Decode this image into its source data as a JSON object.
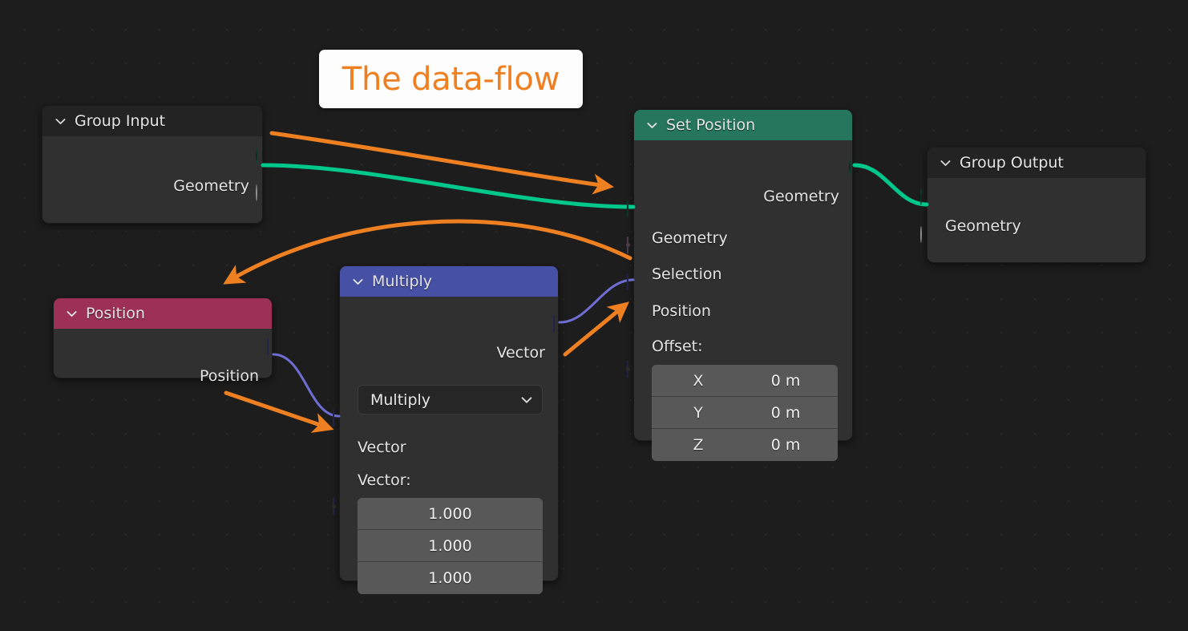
{
  "annotation": {
    "title": "The data-flow",
    "title_color": "#ef8022",
    "box_color": "#fdfdfd"
  },
  "canvas": {
    "background_color": "#1d1d1d",
    "grid_dot_color": "#272727"
  },
  "nodes": [
    {
      "id": "group-input",
      "title": "Group Input",
      "header_color": "#232323",
      "outputs": [
        {
          "label": "Geometry",
          "socket": "green-circle"
        },
        {
          "label": "",
          "socket": "hollow-circle"
        }
      ],
      "inputs": []
    },
    {
      "id": "set-position",
      "title": "Set Position",
      "header_color": "#25755f",
      "outputs": [
        {
          "label": "Geometry",
          "socket": "green-circle"
        }
      ],
      "inputs": [
        {
          "label": "Geometry",
          "socket": "green-circle"
        },
        {
          "label": "Selection",
          "socket": "pink-diamond-dotted"
        },
        {
          "label": "Position",
          "socket": "blue-diamond"
        },
        {
          "label": "Offset",
          "socket": "blue-diamond-dotted"
        }
      ],
      "offset_label": "Offset:",
      "offset_fields": [
        {
          "name": "X",
          "value": "0 m"
        },
        {
          "name": "Y",
          "value": "0 m"
        },
        {
          "name": "Z",
          "value": "0 m"
        }
      ]
    },
    {
      "id": "group-output",
      "title": "Group Output",
      "header_color": "#232323",
      "inputs": [
        {
          "label": "Geometry",
          "socket": "green-circle"
        },
        {
          "label": "",
          "socket": "hollow-circle"
        }
      ]
    },
    {
      "id": "position",
      "title": "Position",
      "header_color": "#9d3056",
      "outputs": [
        {
          "label": "Position",
          "socket": "blue-diamond"
        }
      ]
    },
    {
      "id": "multiply",
      "title": "Multiply",
      "header_color": "#4650a5",
      "outputs": [
        {
          "label": "Vector",
          "socket": "blue-diamond"
        }
      ],
      "operation_dropdown": {
        "value": "Multiply",
        "icon": "chevron-down-icon"
      },
      "inputs": [
        {
          "label": "Vector",
          "socket": "blue-diamond"
        },
        {
          "label": "Vector",
          "socket": "blue-diamond-dotted"
        }
      ],
      "vector_label": "Vector:",
      "vector_fields": [
        {
          "value": "1.000"
        },
        {
          "value": "1.000"
        },
        {
          "value": "1.000"
        }
      ]
    }
  ],
  "links": [
    {
      "from": "group-input.Geometry",
      "to": "set-position.Geometry",
      "color": "#00c88c"
    },
    {
      "from": "set-position.Geometry",
      "to": "group-output.Geometry",
      "color": "#00c88c"
    },
    {
      "from": "position.Position",
      "to": "multiply.Vector",
      "color": "#6e6ed2"
    },
    {
      "from": "multiply.Vector",
      "to": "set-position.Position",
      "color": "#6e6ed2"
    }
  ],
  "annotation_arrows": [
    {
      "label": "group-input-to-set-position",
      "color": "#ef8022"
    },
    {
      "label": "set-position-to-position",
      "color": "#ef8022"
    },
    {
      "label": "position-to-multiply",
      "color": "#ef8022"
    },
    {
      "label": "multiply-to-set-position",
      "color": "#ef8022"
    }
  ]
}
